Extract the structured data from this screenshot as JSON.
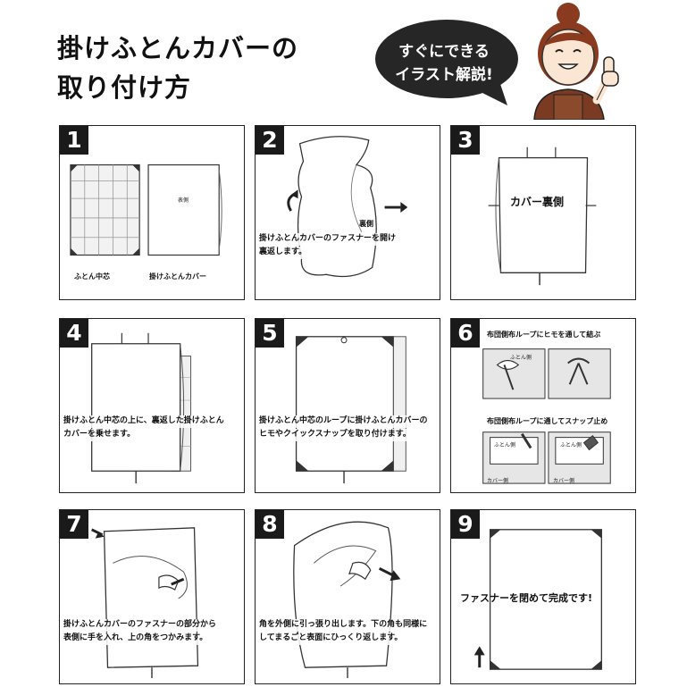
{
  "header": {
    "title_line1": "掛けふとんカバーの",
    "title_line2": "取り付け方",
    "bubble_line1": "すぐにできる",
    "bubble_line2": "イラスト解説!"
  },
  "steps": [
    {
      "number": "1",
      "label_left": "ふとん中芯",
      "label_right": "掛けふとんカバー",
      "label_inner": "表側"
    },
    {
      "number": "2",
      "caption_line1": "掛けふとんカバーのファスナーを開け",
      "caption_line2": "裏返します。",
      "label_inner": "裏側"
    },
    {
      "number": "3",
      "label_inner": "カバー裏側"
    },
    {
      "number": "4",
      "caption_line1": "掛けふとん中芯の上に、裏返した掛けふとん",
      "caption_line2": "カバーを乗せます。"
    },
    {
      "number": "5",
      "caption_line1": "掛けふとん中芯のループに掛けふとんカバーの",
      "caption_line2": "ヒモやクイックスナップを取り付けます。"
    },
    {
      "number": "6",
      "heading1": "布団側布ループにヒモを通して結ぶ",
      "heading2": "布団側布ループに通してスナップ止め",
      "small_futon": "ふとん側",
      "small_cover": "カバー側"
    },
    {
      "number": "7",
      "caption_line1": "掛けふとんカバーのファスナーの部分から",
      "caption_line2": "表側に手を入れ、上の角をつかみます。"
    },
    {
      "number": "8",
      "caption_line1": "角を外側に引っ張り出します。下の角も同様に",
      "caption_line2": "してまるごと表面にひっくり返します。"
    },
    {
      "number": "9",
      "caption": "ファスナーを閉めて完成です!"
    }
  ],
  "colors": {
    "ink": "#1a1a1a",
    "bubble": "#262626",
    "apron": "#7a3b22",
    "hair": "#8a3a1e",
    "skin": "#fbe6d4"
  }
}
